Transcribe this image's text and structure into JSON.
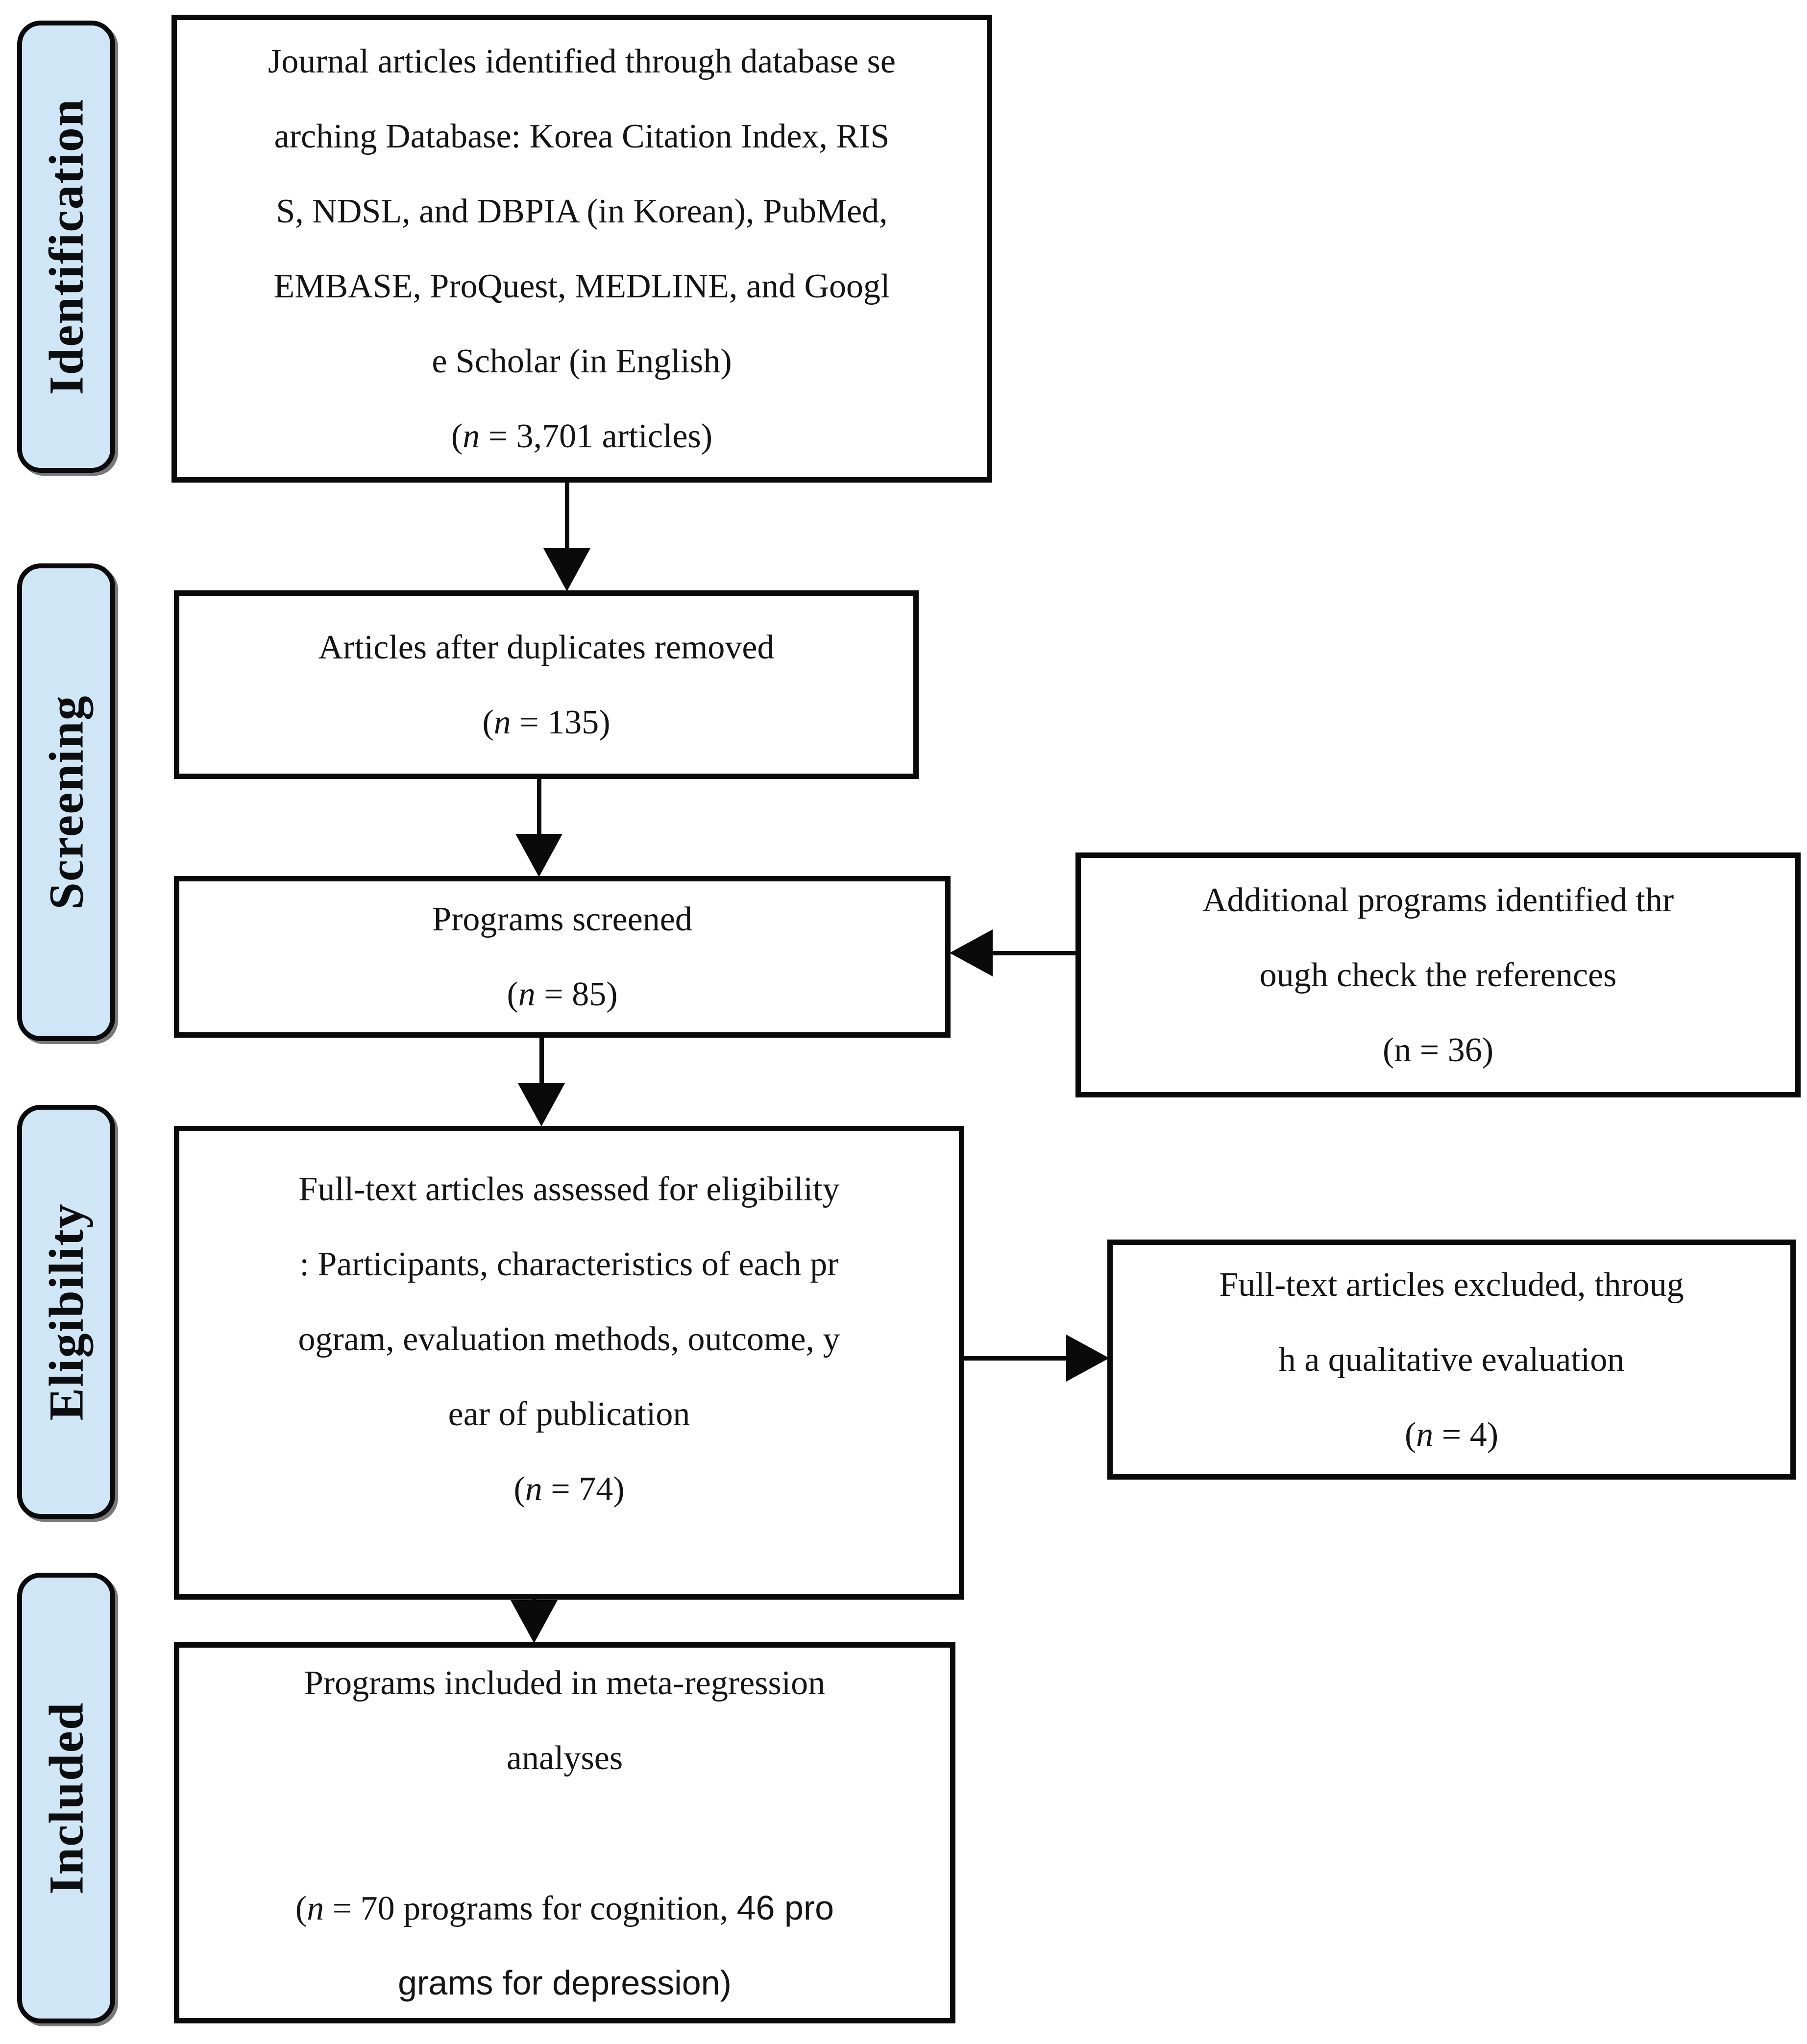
{
  "figure": {
    "background": "#ffffff",
    "box_fill": "#ffffff",
    "box_border_color": "#0a0a0a",
    "stage_fill": "#cfe6f7",
    "text_color": "#141414"
  },
  "stages": [
    {
      "label": "Identification"
    },
    {
      "label": "Screening"
    },
    {
      "label": "Eligibility"
    },
    {
      "label": "Included"
    }
  ],
  "boxes": {
    "identification": {
      "lines": [
        "Journal articles identified through database se",
        "arching Database: Korea Citation Index, RIS",
        "S, NDSL, and DBPIA (in Korean), PubMed,",
        "EMBASE, ProQuest, MEDLINE, and Googl",
        "e Scholar (in English)",
        "(n = 3,701 articles)"
      ]
    },
    "duplicates_removed": {
      "lines": [
        "Articles after duplicates removed",
        "(n = 135)"
      ]
    },
    "programs_screened": {
      "lines": [
        "Programs screened",
        "(n = 85)"
      ]
    },
    "additional_programs": {
      "lines": [
        "Additional programs identified thr",
        "ough check the references",
        "(n = 36)"
      ]
    },
    "full_text_assessed": {
      "lines": [
        "Full-text articles assessed for eligibility",
        ": Participants, characteristics of each pr",
        "ogram, evaluation methods, outcome, y",
        "ear of publication",
        "(n = 74)"
      ]
    },
    "full_text_excluded": {
      "lines": [
        "Full-text articles excluded, throug",
        "h a qualitative evaluation",
        "(n = 4)"
      ]
    },
    "included_programs": {
      "title_lines": [
        "Programs included in meta-regression",
        "analyses"
      ],
      "count_serif": "(n = 70 programs for cognition,",
      "count_sans": "46 pro",
      "count_sans_line2": "grams for depression)"
    }
  }
}
